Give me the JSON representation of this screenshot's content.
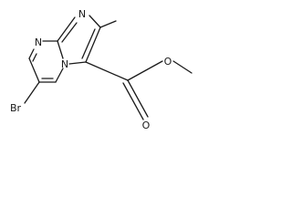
{
  "molecule": {
    "atoms": [
      {
        "id": "n_top",
        "label": "N"
      },
      {
        "id": "n_imidazole",
        "label": "N"
      },
      {
        "id": "n_bridge",
        "label": "N"
      },
      {
        "id": "o_carbonyl",
        "label": "O"
      },
      {
        "id": "o_ester",
        "label": "O"
      },
      {
        "id": "br",
        "label": "Br"
      }
    ]
  }
}
